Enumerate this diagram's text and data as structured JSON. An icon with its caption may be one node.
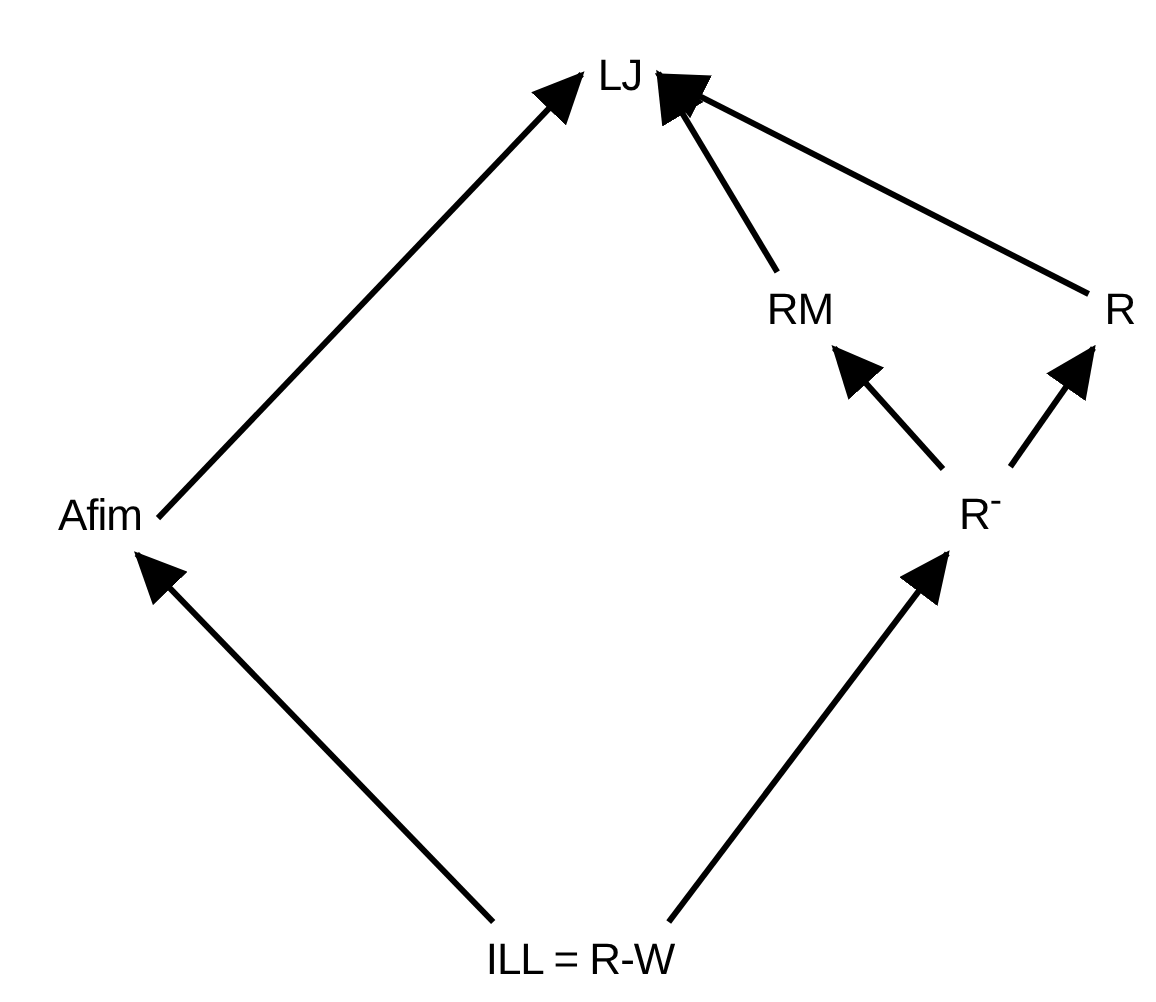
{
  "diagram": {
    "nodes": [
      {
        "text": [
          "LJ"
        ]
      },
      {
        "text": [
          "RM"
        ]
      },
      {
        "text": [
          "R"
        ]
      },
      {
        "text": [
          "Afim"
        ]
      },
      {
        "text": [
          "R$^{-}$"
        ]
      },
      {
        "text": [
          "ILL = R-W"
        ]
      }
    ],
    "edges": [
      {
        "from": 3,
        "to": 0,
        "arrow": "to"
      },
      {
        "from": 1,
        "to": 0,
        "arrow": "to"
      },
      {
        "from": 2,
        "to": 0,
        "arrow": "to"
      },
      {
        "from": 4,
        "to": 1,
        "arrow": "to"
      },
      {
        "from": 4,
        "to": 2,
        "arrow": "to"
      },
      {
        "from": 5,
        "to": 3,
        "arrow": "to"
      },
      {
        "from": 5,
        "to": 4,
        "arrow": "to"
      }
    ]
  }
}
